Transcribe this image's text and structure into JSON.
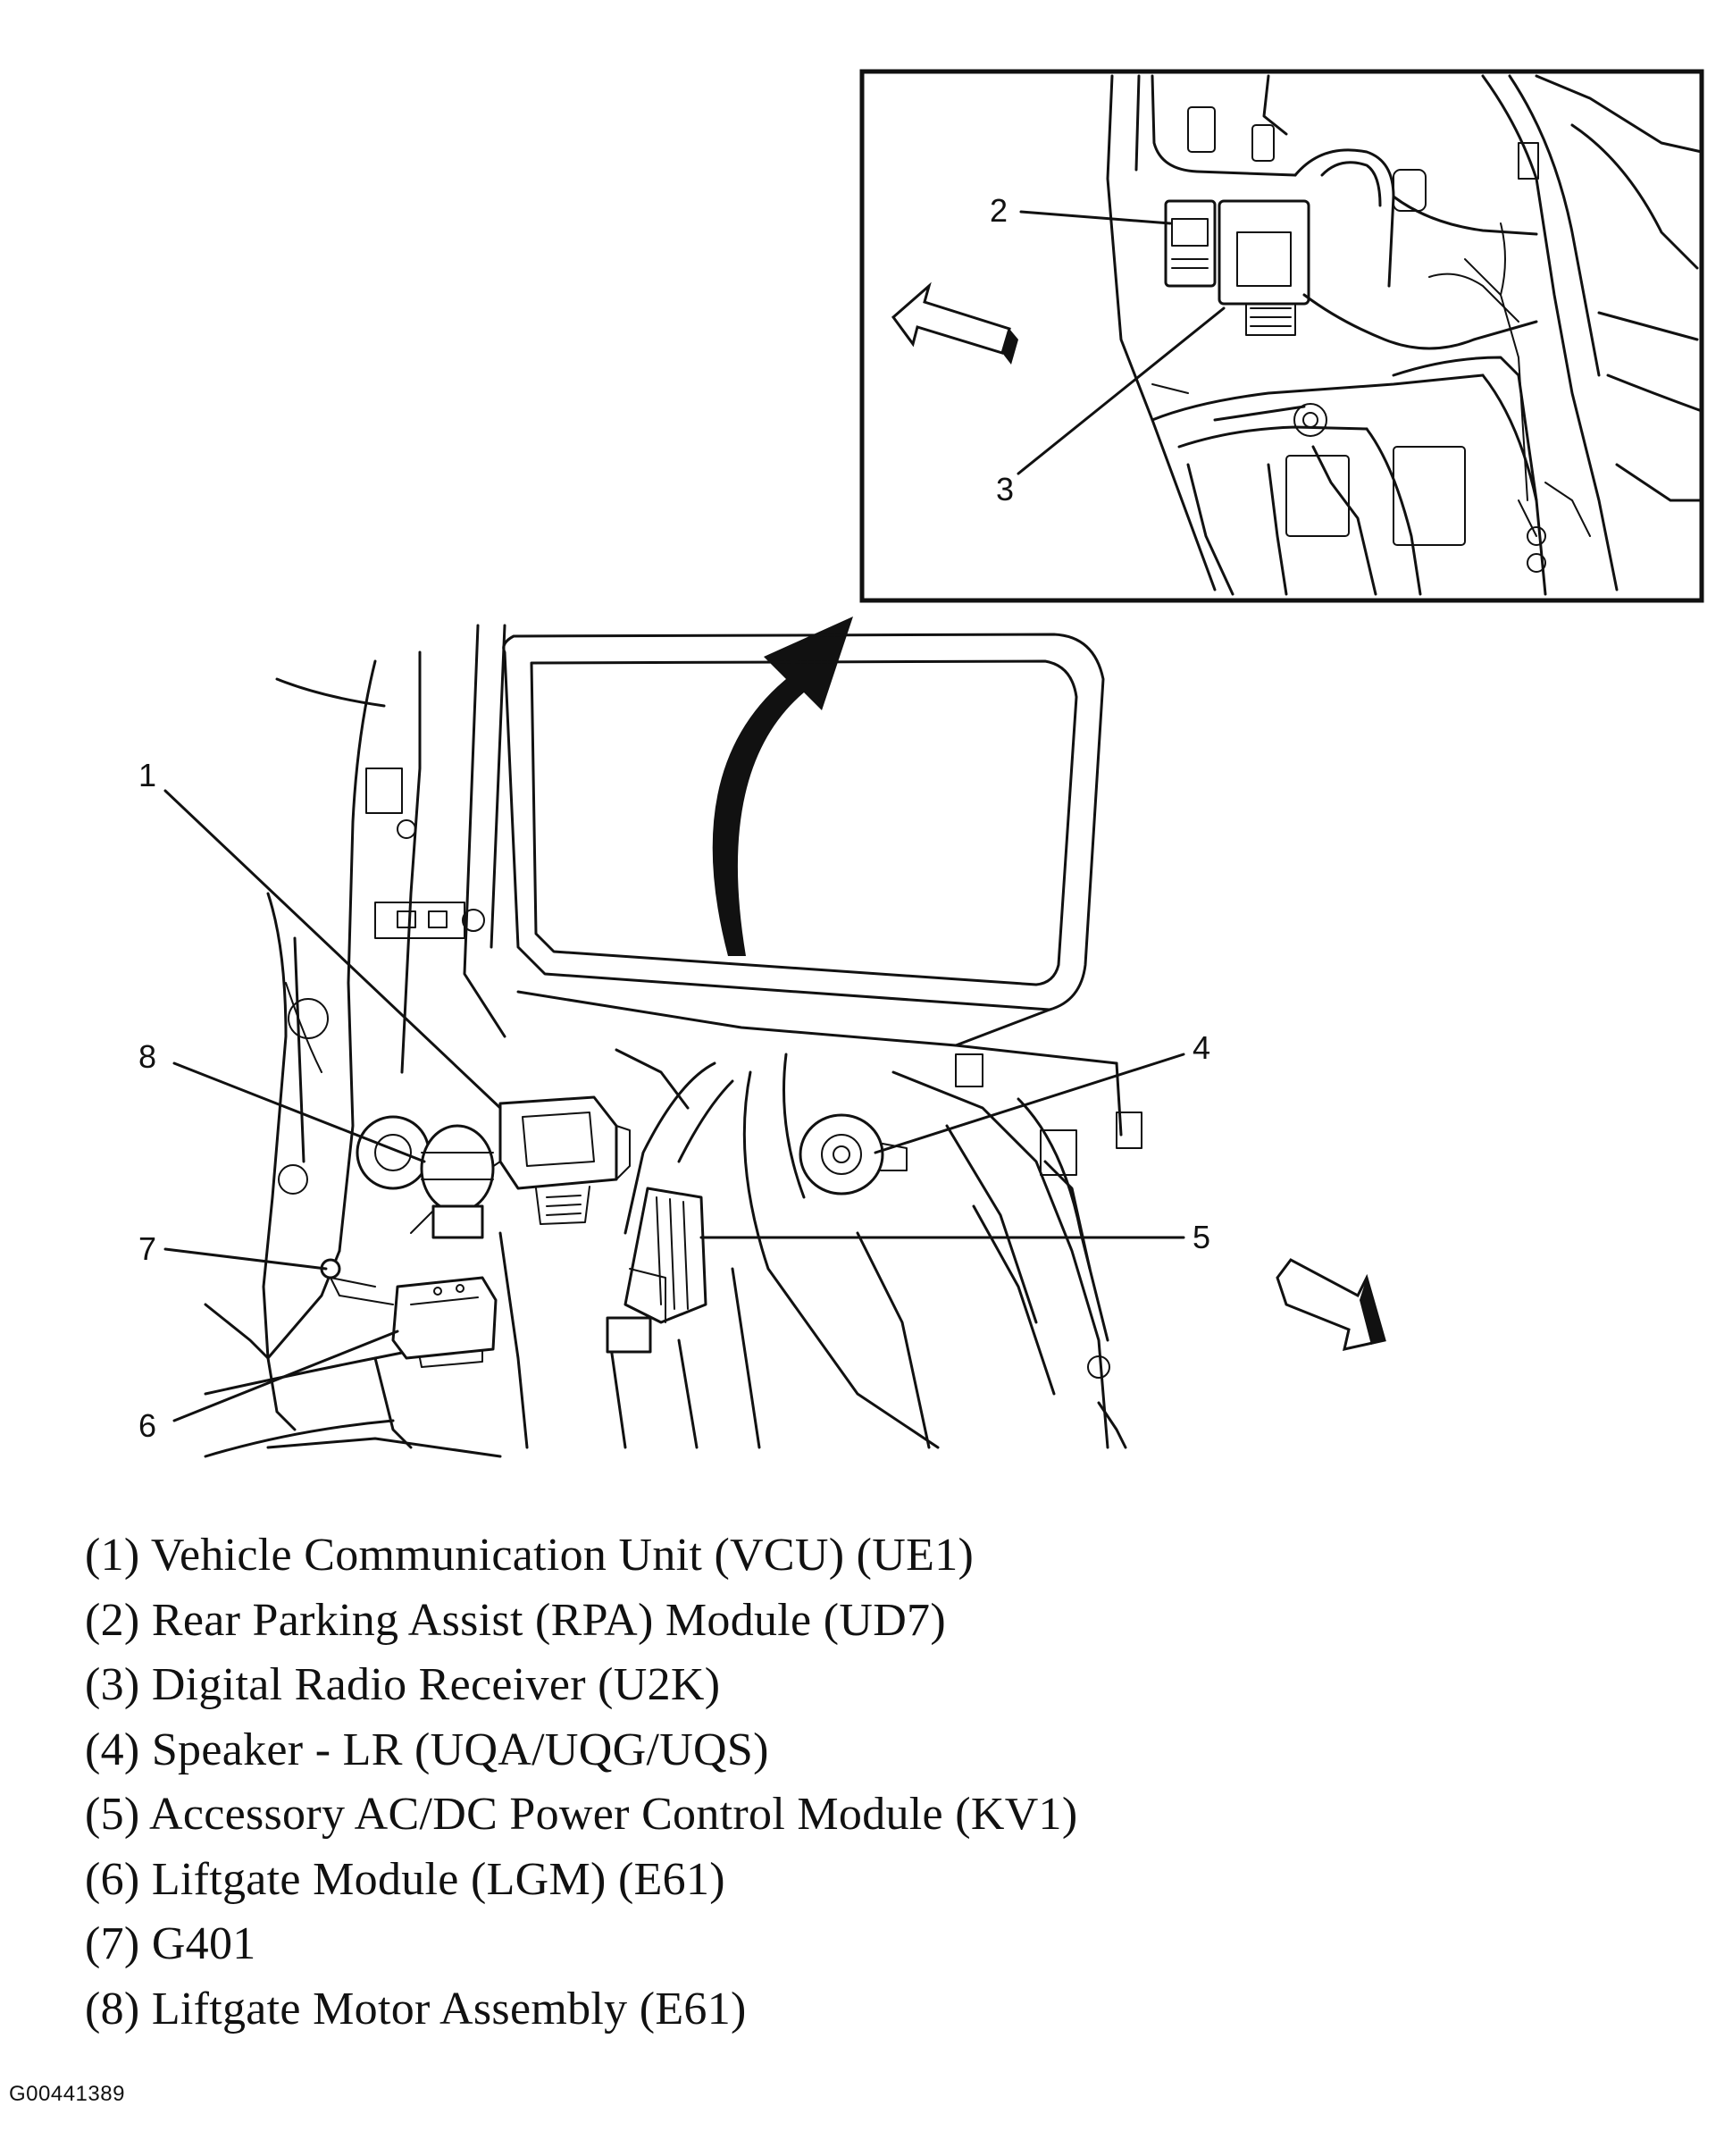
{
  "callouts": {
    "c1": "1",
    "c2": "2",
    "c3": "3",
    "c4": "4",
    "c5": "5",
    "c6": "6",
    "c7": "7",
    "c8": "8"
  },
  "legend": [
    "(1) Vehicle Communication Unit (VCU) (UE1)",
    "(2) Rear Parking Assist (RPA) Module (UD7)",
    "(3) Digital Radio Receiver (U2K)",
    "(4) Speaker - LR (UQA/UQG/UQS)",
    "(5) Accessory AC/DC Power Control Module (KV1)",
    "(6) Liftgate Module (LGM) (E61)",
    "(7) G401",
    "(8) Liftgate Motor Assembly (E61)"
  ],
  "figure_id": "G00441389"
}
